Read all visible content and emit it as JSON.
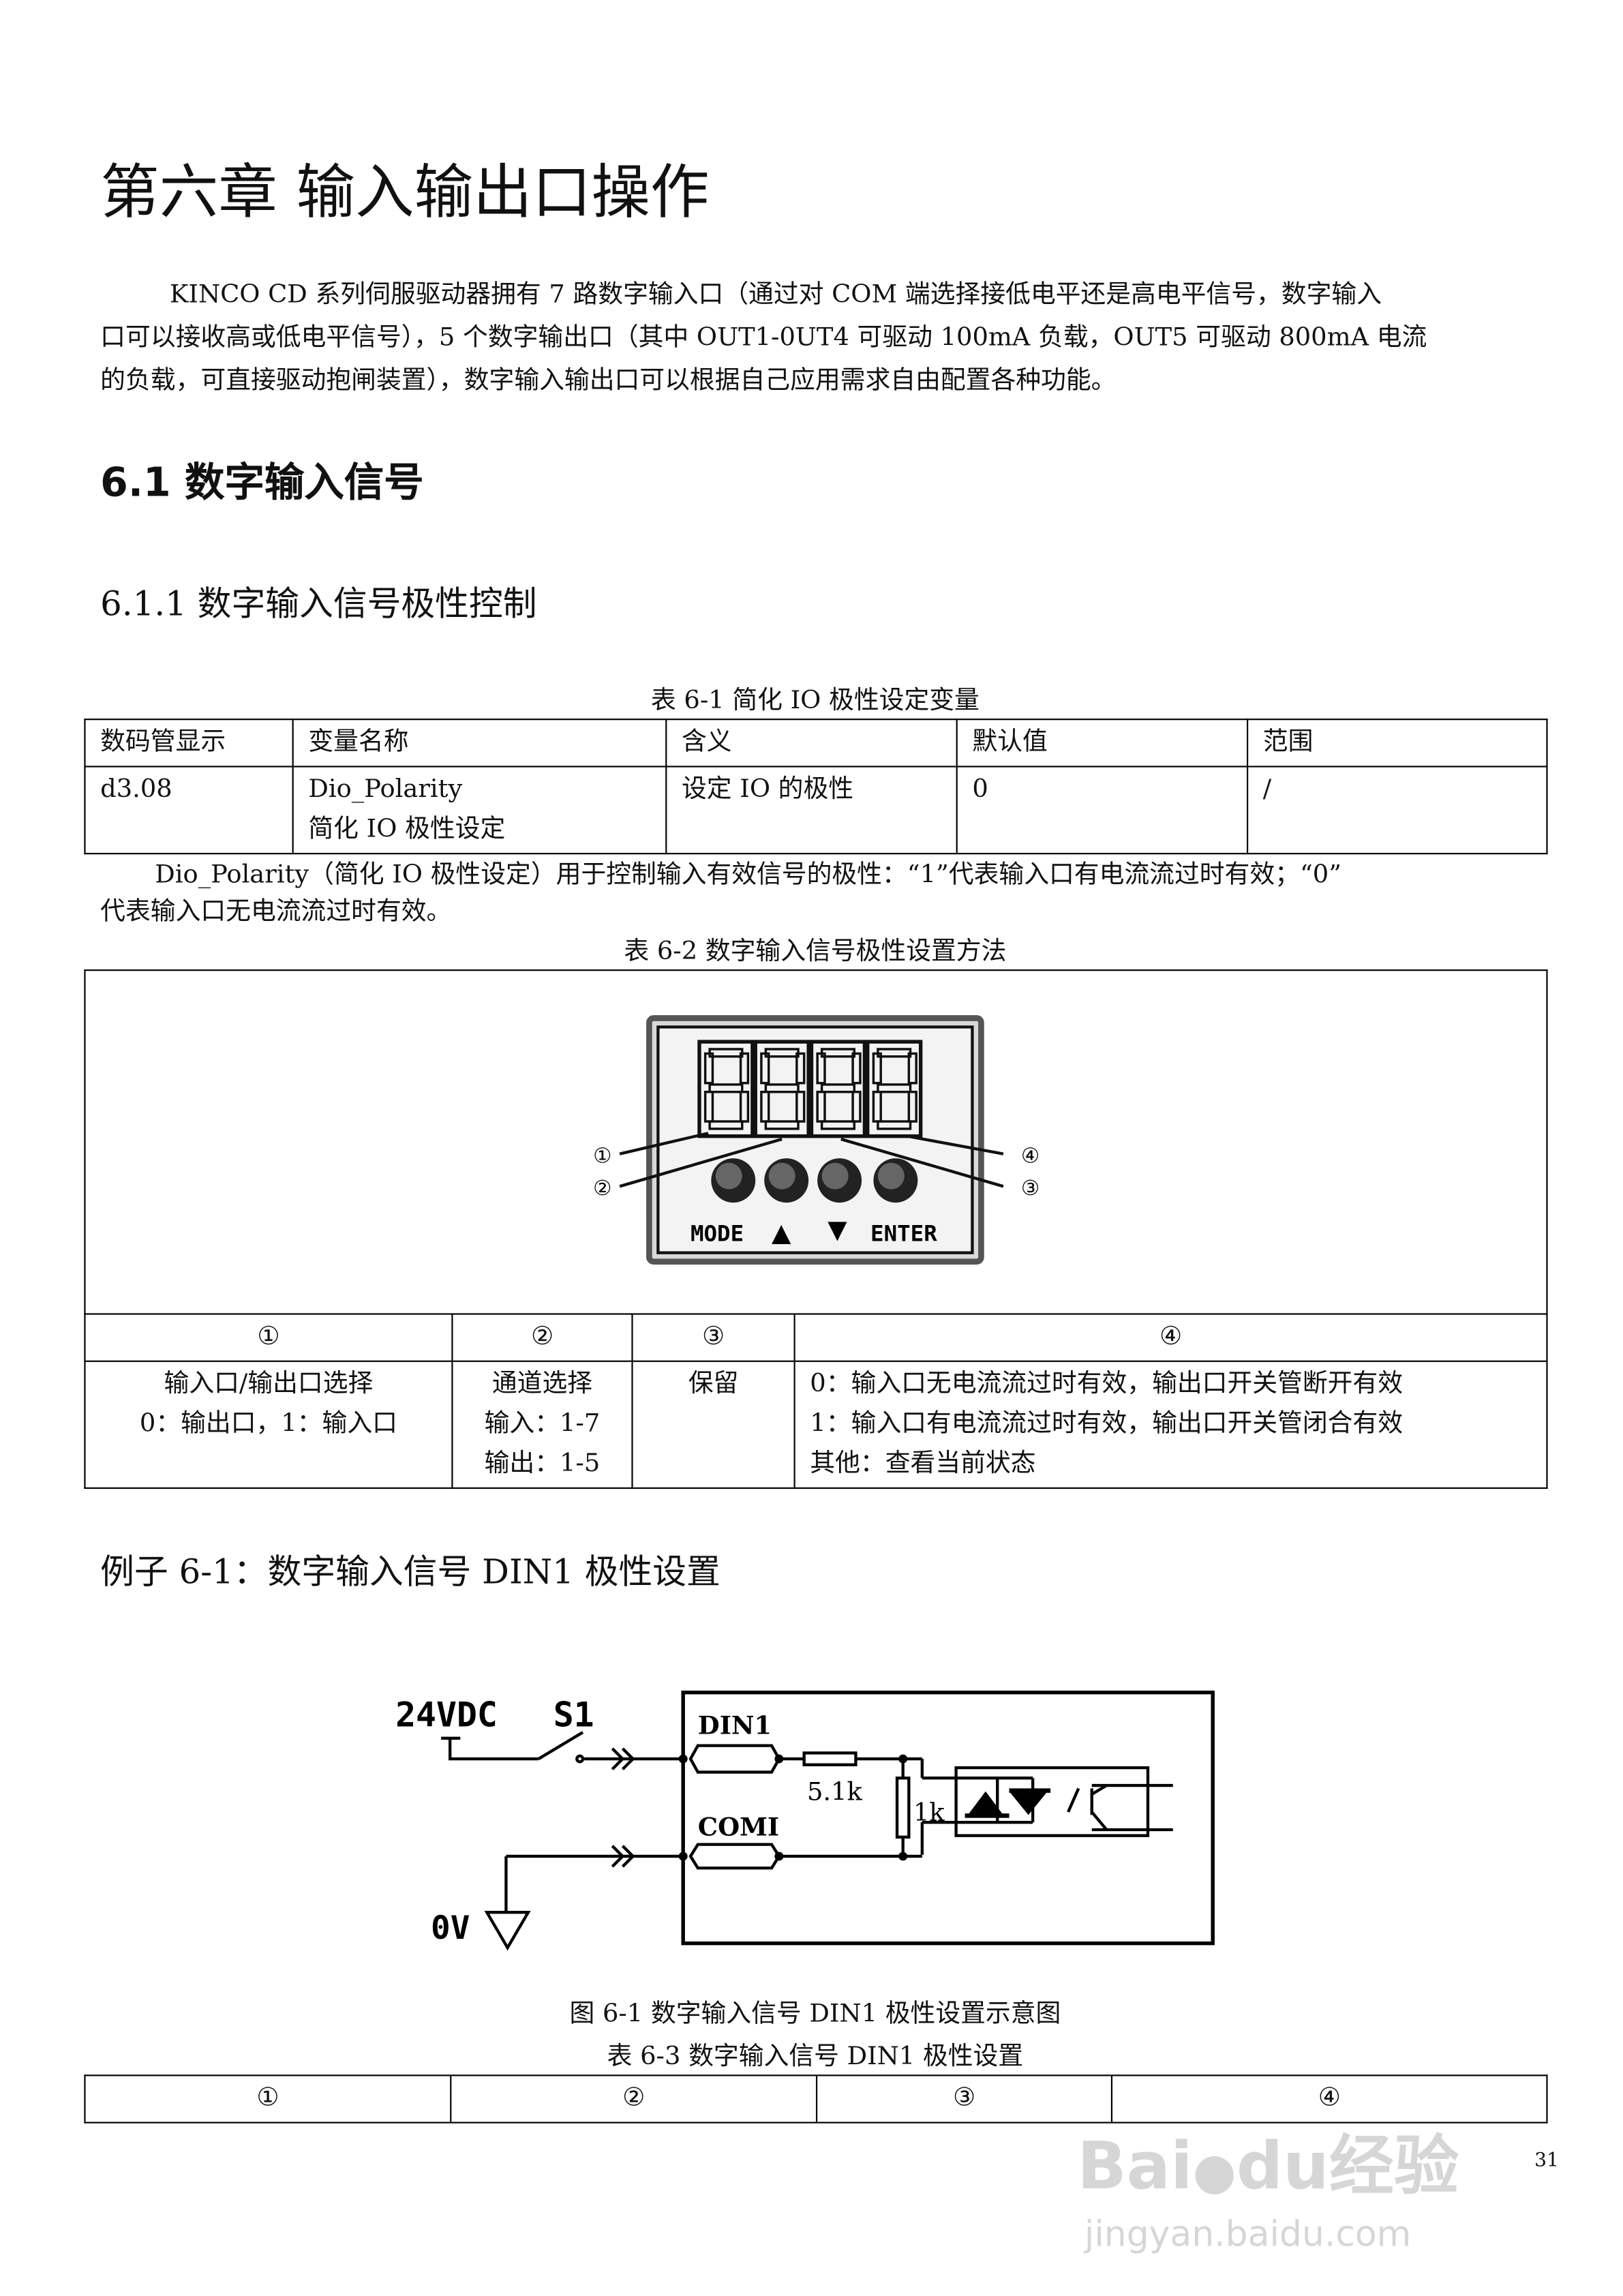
{
  "chapter_title": "第六章  输入输出口操作",
  "intro": [
    "KINCO  CD 系列伺服驱动器拥有 7 路数字输入口（通过对 COM 端选择接低电平还是高电平信号，数字输入",
    "口可以接收高或低电平信号），5 个数字输出口（其中 OUT1-0UT4 可驱动 100mA 负载，OUT5 可驱动 800mA 电流",
    "的负载，可直接驱动抱闸装置），数字输入输出口可以根据自己应用需求自由配置各种功能。"
  ],
  "section": "6.1  数字输入信号",
  "subsection": "6.1.1 数字输入信号极性控制",
  "table1": {
    "caption": "表 6-1 简化 IO 极性设定变量",
    "headers": [
      "数码管显示",
      "变量名称",
      "含义",
      "默认值",
      "范围"
    ],
    "row": [
      "d3.08",
      "Dio_Polarity",
      "简化 IO 极性设定",
      "设定 IO 的极性",
      "0",
      "/"
    ]
  },
  "para2": [
    "Dio_Polarity（简化 IO 极性设定）用于控制输入有效信号的极性：“1”代表输入口有电流流过时有效；“0”",
    "代表输入口无电流流过时有效。"
  ],
  "table2": {
    "caption": "表 6-2  数字输入信号极性设置方法",
    "display": {
      "digits": "8888",
      "buttons": [
        "MODE",
        "▲",
        "▼",
        "ENTER"
      ],
      "callouts": [
        "①",
        "②",
        "③",
        "④"
      ]
    },
    "headers": [
      "①",
      "②",
      "③",
      "④"
    ],
    "cells": [
      [
        "输入口/输出口选择",
        "0：输出口，1：输入口"
      ],
      [
        "通道选择",
        "输入：1-7",
        "输出：1-5"
      ],
      [
        "保留"
      ],
      [
        "0：输入口无电流流过时有效，输出口开关管断开有效",
        "1：输入口有电流流过时有效，输出口开关管闭合有效",
        "其他：查看当前状态"
      ]
    ]
  },
  "example_title": "例子 6-1：数字输入信号 DIN1 极性设置",
  "circuit": {
    "supply": "24VDC",
    "switch": "S1",
    "din": "DIN1",
    "com": "COMI",
    "r1": "5.1k",
    "r2": "1k",
    "ground": "0V"
  },
  "figure_caption": "图 6-1  数字输入信号 DIN1 极性设置示意图",
  "table3": {
    "caption": "表 6-3 数字输入信号 DIN1 极性设置",
    "headers": [
      "①",
      "②",
      "③",
      "④"
    ]
  },
  "page_number": "31",
  "watermark": {
    "text": "Baidu经验",
    "url_text": "jingyan.baidu.com"
  }
}
